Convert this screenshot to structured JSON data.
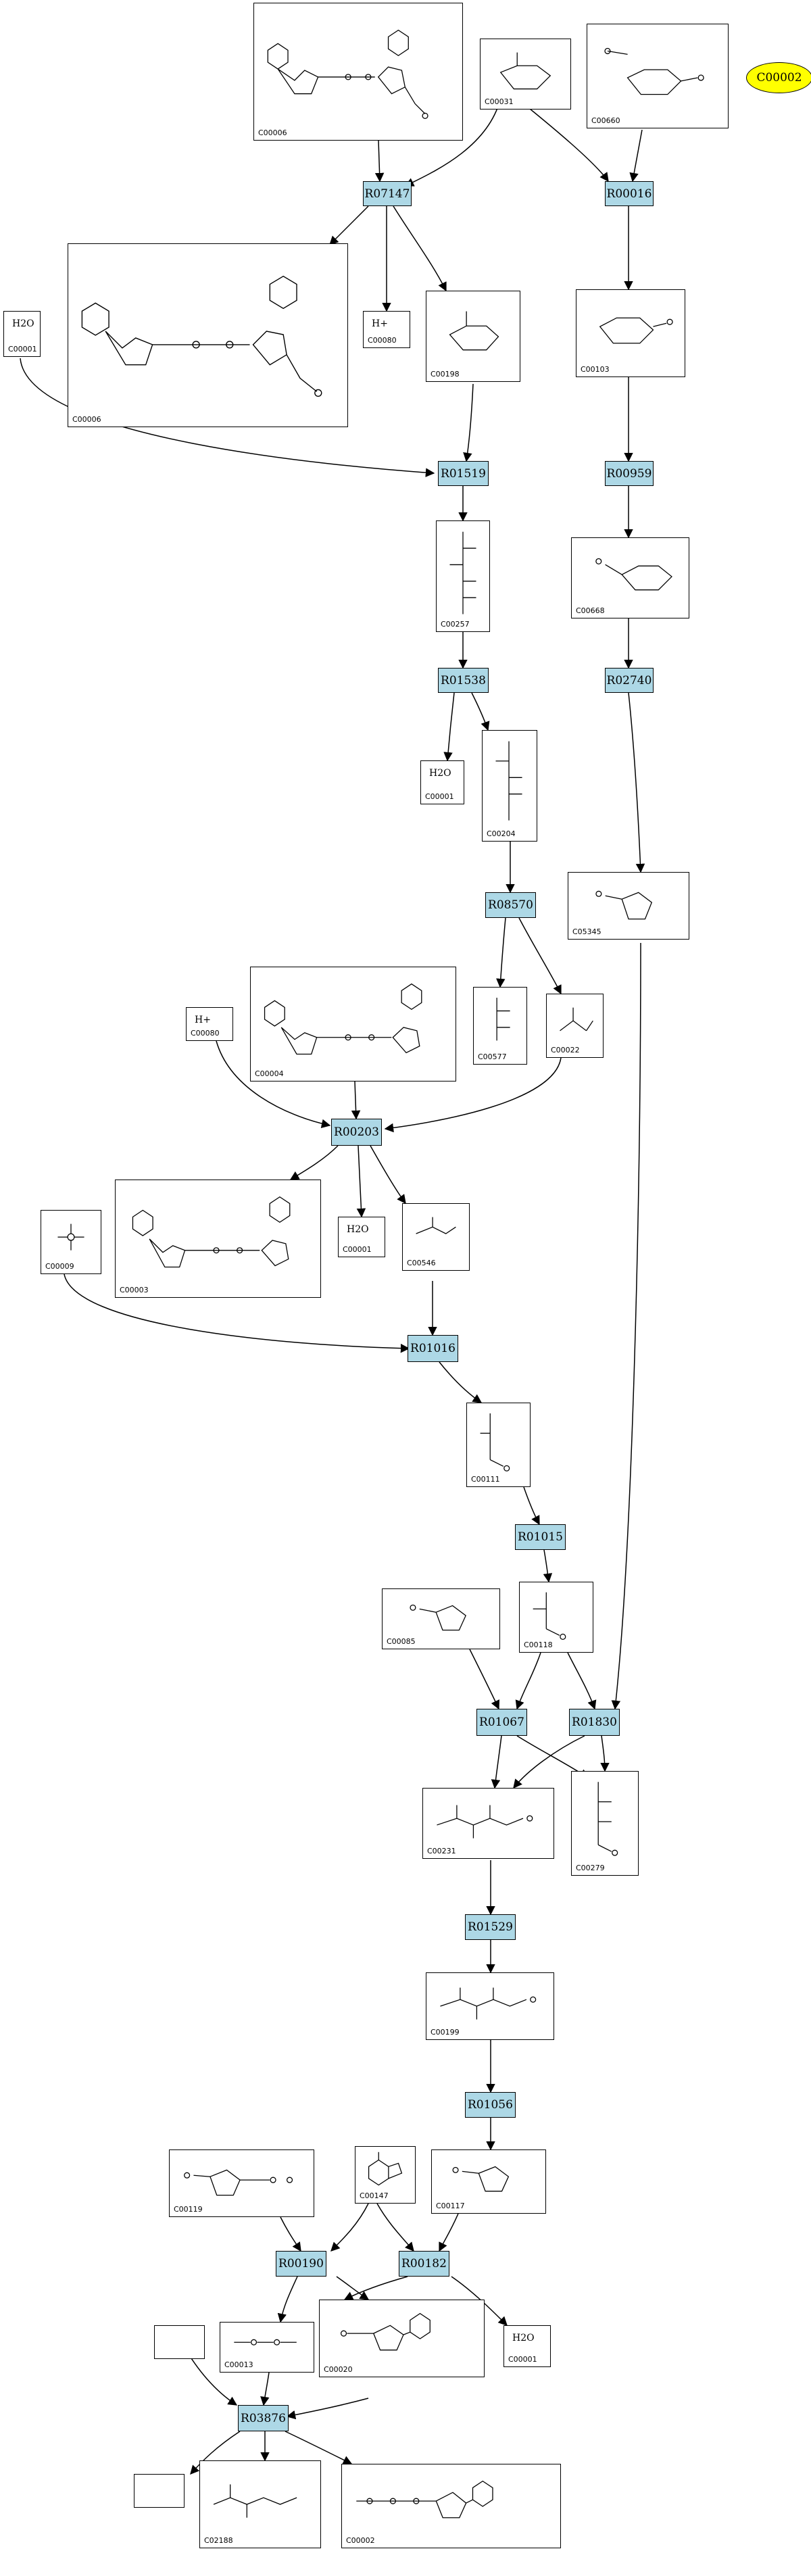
{
  "legend_node": "C00002",
  "reactions": [
    "R07147",
    "R00016",
    "R01519",
    "R00959",
    "R01538",
    "R02740",
    "R08570",
    "R00203",
    "R01016",
    "R01015",
    "R01067",
    "R01830",
    "R01529",
    "R01056",
    "R00190",
    "R00182",
    "R03876"
  ],
  "compounds": {
    "c00006_top": "C00006",
    "c00031": "C00031",
    "c00660": "C00660",
    "c00006_mid": "C00006",
    "c00001_a": "C00001",
    "c00080_a": "C00080",
    "c00198": "C00198",
    "c00103": "C00103",
    "c00257": "C00257",
    "c00668": "C00668",
    "c00001_b": "C00001",
    "c00204": "C00204",
    "c05345": "C05345",
    "c00080_b": "C00080",
    "c00004": "C00004",
    "c00577": "C00577",
    "c00022": "C00022",
    "c00009": "C00009",
    "c00003": "C00003",
    "c00001_c": "C00001",
    "c00546": "C00546",
    "c00111": "C00111",
    "c00085": "C00085",
    "c00118": "C00118",
    "c00231": "C00231",
    "c00279": "C00279",
    "c00199": "C00199",
    "c00119": "C00119",
    "c00147": "C00147",
    "c00117": "C00117",
    "c00013": "C00013",
    "c00020": "C00020",
    "c00001_d": "C00001",
    "c02188": "C02188",
    "c00002_b": "C00002"
  },
  "formula_labels": {
    "h2o": "H2O",
    "hplus": "H+"
  }
}
